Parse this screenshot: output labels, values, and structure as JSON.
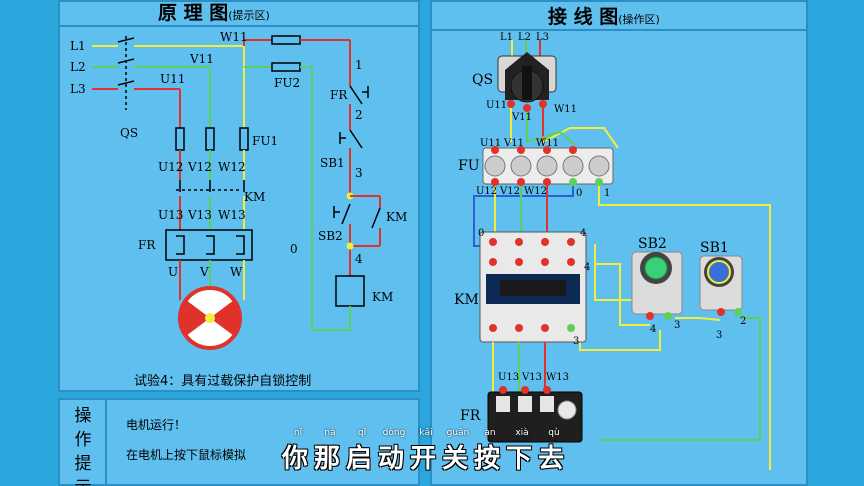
{
  "schematic": {
    "title": "原 理 图",
    "title_hint": "(提示区)",
    "labels": {
      "l1": "L1",
      "l2": "L2",
      "l3": "L3",
      "w11": "W11",
      "v11": "V11",
      "u11": "U11",
      "qs": "QS",
      "fu1": "FU1",
      "fu2": "FU2",
      "u12": "U12",
      "v12": "V12",
      "w12": "W12",
      "km_main": "KM",
      "u13": "U13",
      "v13": "V13",
      "w13": "W13",
      "fr": "FR",
      "u": "U",
      "v": "V",
      "w": "W",
      "zero": "0",
      "n1": "1",
      "n2": "2",
      "n3": "3",
      "n4": "4",
      "fr_ctrl": "FR",
      "sb1": "SB1",
      "sb2": "SB2",
      "km_aux": "KM",
      "km_coil": "KM"
    },
    "caption": "试验4：具有过载保护自锁控制"
  },
  "wiring": {
    "title": "接 线 图",
    "title_hint": "(操作区)",
    "labels": {
      "l1": "L1",
      "l2": "L2",
      "l3": "L3",
      "qs": "QS",
      "u11": "U11",
      "v11": "V11",
      "w11": "W11",
      "fu": "FU",
      "u11b": "U11",
      "v11b": "V11",
      "w11b": "W11",
      "u12": "U12",
      "v12": "V12",
      "w12": "W12",
      "zero": "0",
      "one": "1",
      "km": "KM",
      "t0": "0",
      "t4a": "4",
      "t4b": "4",
      "sb2": "SB2",
      "sb1": "SB1",
      "t3a": "3",
      "t4c": "4",
      "t3b": "3",
      "t2": "2",
      "t3c": "3",
      "u13": "U13",
      "v13": "V13",
      "w13": "W13",
      "fr": "FR"
    }
  },
  "tips": {
    "side_label": [
      "操",
      "作",
      "提",
      "示"
    ],
    "line1": "电机运行！",
    "line2": "在电机上按下鼠标模拟"
  },
  "subtitle": {
    "pinyin": [
      "nǐ",
      "nà",
      "qǐ",
      "dòng",
      "kāi",
      "guān",
      "àn",
      "xià",
      "qù"
    ],
    "text": "你那启动开关按下去"
  },
  "colors": {
    "background": "#2aa6dc",
    "panel": "#5fc0ef",
    "wire_yellow": "#f2ef3a",
    "wire_green": "#5dd05a",
    "wire_red": "#e0322a",
    "wire_black": "#111111"
  }
}
